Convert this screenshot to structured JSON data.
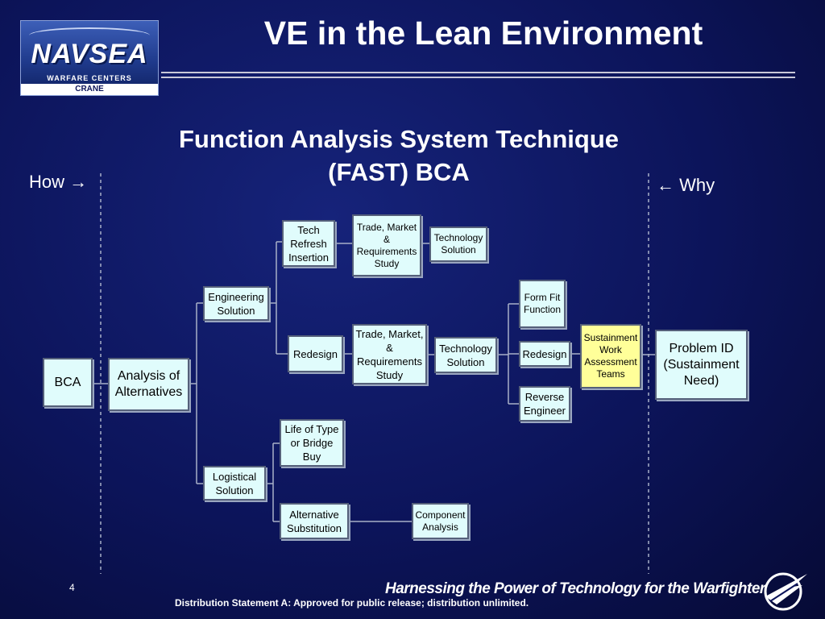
{
  "logo": {
    "main": "NAVSEA",
    "sub": "WARFARE CENTERS",
    "site": "CRANE"
  },
  "title": "VE in the Lean Environment",
  "subtitle_line1": "Function Analysis System Technique",
  "subtitle_line2": "(FAST) BCA",
  "how_label": "How →",
  "why_label": "← Why",
  "nodes": {
    "bca": "BCA",
    "analysis": "Analysis of Alternatives",
    "engineering": "Engineering Solution",
    "logistical": "Logistical Solution",
    "tech_refresh": "Tech Refresh Insertion",
    "trade_study_top": "Trade, Market & Requirements Study",
    "tech_solution_top": "Technology Solution",
    "redesign_left": "Redesign",
    "trade_study_mid": "Trade, Market, & Requirements Study",
    "tech_solution_mid": "Technology Solution",
    "form_fit": "Form Fit Function",
    "redesign_right": "Redesign",
    "reverse_engineer": "Reverse Engineer",
    "sustainment": "Sustainment Work Assessment Teams",
    "problem_id": "Problem ID (Sustainment Need)",
    "life_of_type": "Life of Type or Bridge Buy",
    "alt_substitution": "Alternative Substitution",
    "component_analysis": "Component Analysis"
  },
  "footer": {
    "page_number": "4",
    "tagline": "Harnessing the Power of Technology for the Warfighter",
    "distribution": "Distribution Statement A:  Approved for public release; distribution unlimited."
  },
  "colors": {
    "background": "#0c145a",
    "node_fill": "#e0fcfc",
    "highlight_fill": "#ffff99"
  }
}
